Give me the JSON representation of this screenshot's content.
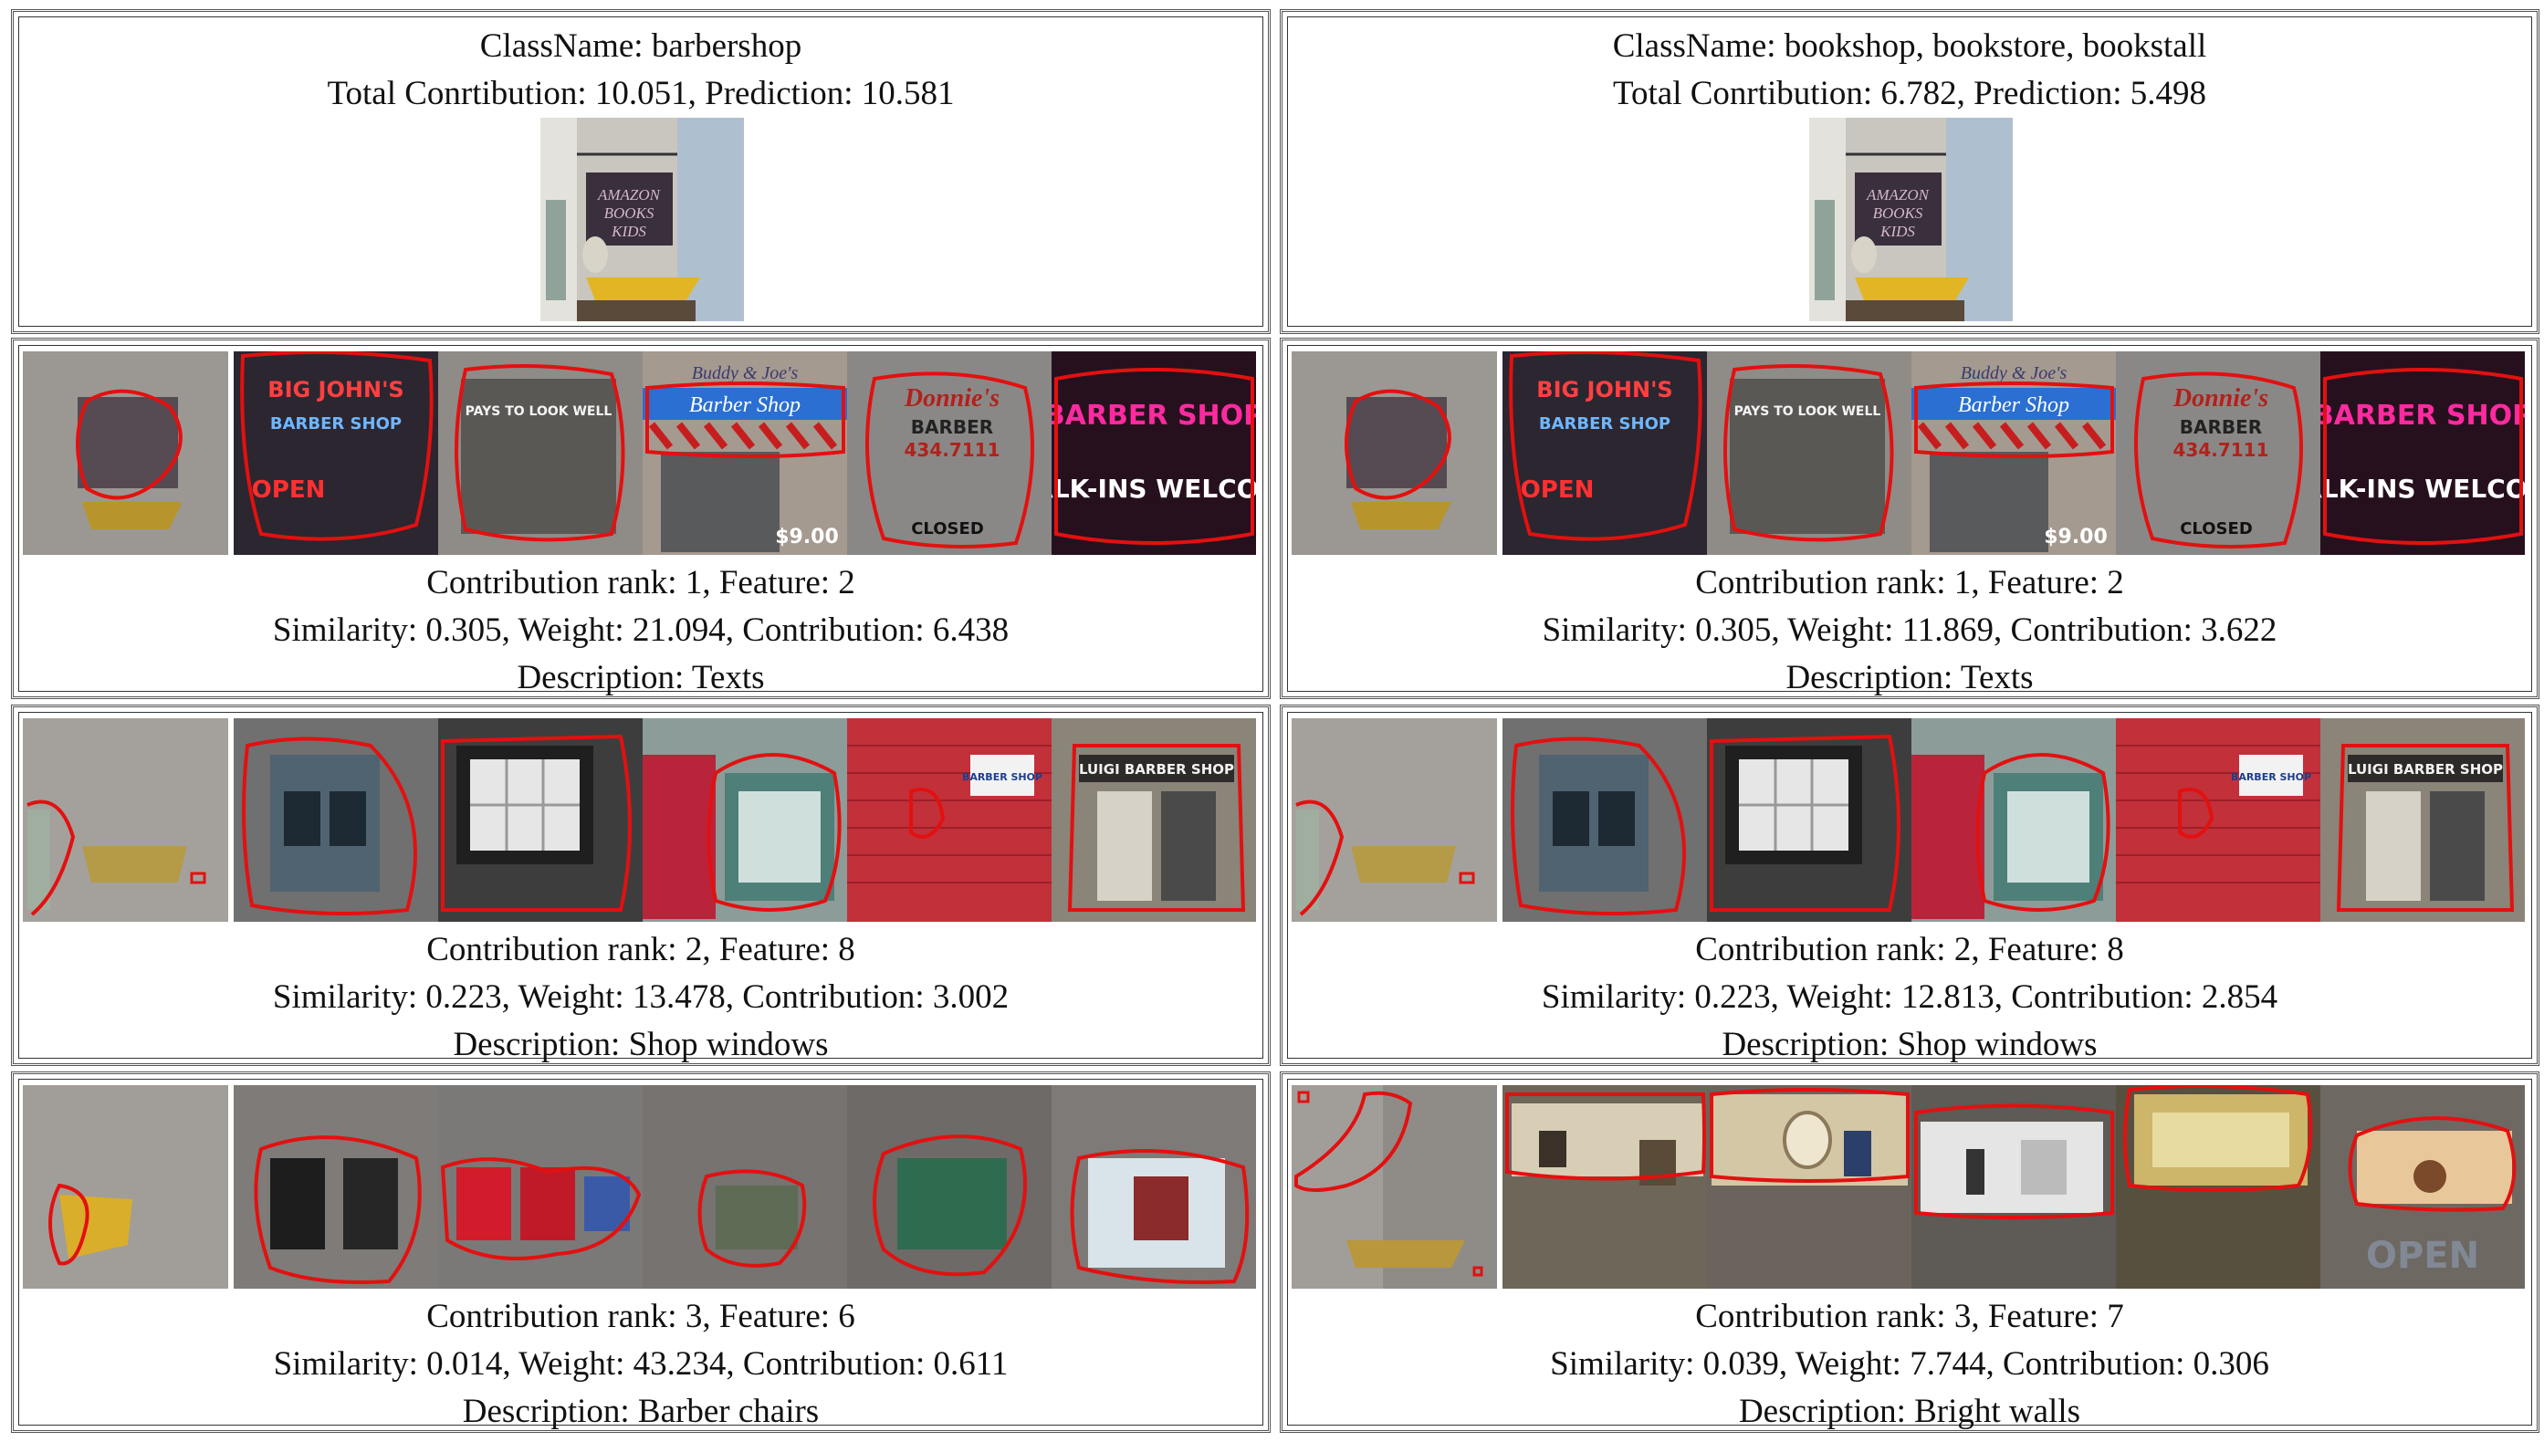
{
  "left": {
    "header": {
      "class_name": "ClassName: barbershop",
      "totals": "Total Conrtibution: 10.051, Prediction: 10.581"
    },
    "rows": [
      {
        "rank_line": "Contribution rank: 1, Feature: 2",
        "stats_line": "Similarity: 0.305, Weight: 21.094, Contribution: 6.438",
        "desc_line": "Description: Texts"
      },
      {
        "rank_line": "Contribution rank: 2, Feature: 8",
        "stats_line": "Similarity: 0.223, Weight: 13.478, Contribution: 3.002",
        "desc_line": "Description: Shop windows"
      },
      {
        "rank_line": "Contribution rank: 3, Feature: 6",
        "stats_line": "Similarity: 0.014, Weight: 43.234, Contribution: 0.611",
        "desc_line": "Description: Barber chairs"
      }
    ]
  },
  "right": {
    "header": {
      "class_name": "ClassName: bookshop, bookstore, bookstall",
      "totals": "Total Conrtibution: 6.782, Prediction: 5.498"
    },
    "rows": [
      {
        "rank_line": "Contribution rank: 1, Feature: 2",
        "stats_line": "Similarity: 0.305, Weight: 11.869, Contribution: 3.622",
        "desc_line": "Description: Texts"
      },
      {
        "rank_line": "Contribution rank: 2, Feature: 8",
        "stats_line": "Similarity: 0.223, Weight: 12.813, Contribution: 2.854",
        "desc_line": "Description: Shop windows"
      },
      {
        "rank_line": "Contribution rank: 3, Feature: 7",
        "stats_line": "Similarity: 0.039, Weight: 7.744, Contribution: 0.306",
        "desc_line": "Description: Bright walls"
      }
    ]
  },
  "photo_signs": {
    "query": [
      "AMAZON",
      "BOOKS",
      "KIDS"
    ],
    "texts": [
      "BIG JOHN'S",
      "BARBER SHOP",
      "OPEN",
      "PAYS TO LOOK WELL",
      "Buddy & Joe's",
      "Barber Shop",
      "$9.00",
      "Donnie's",
      "BARBER",
      "434.7111",
      "CLOSED",
      "BARBER SHOP",
      "WALK-INS WELCOME"
    ],
    "windows": [
      "BARBER SHOP",
      "LUIGI BARBER SHOP"
    ],
    "walls": [
      "OPEN"
    ]
  }
}
